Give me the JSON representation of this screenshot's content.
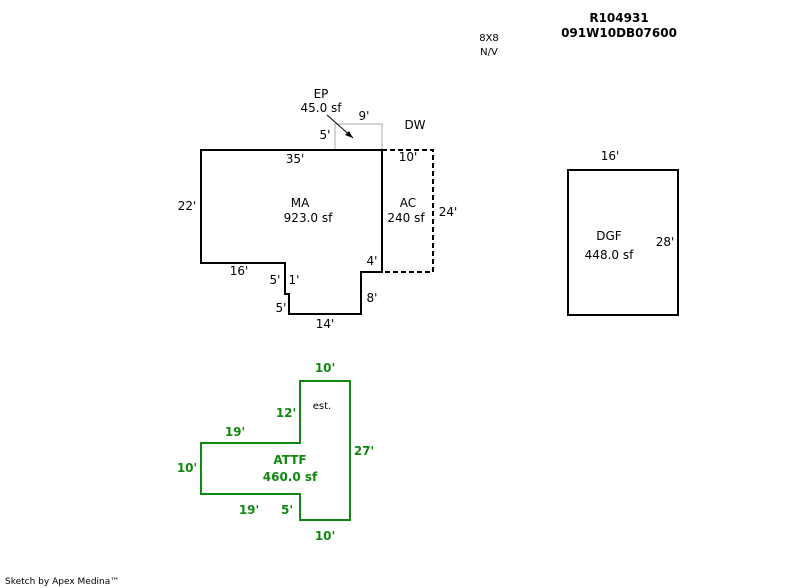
{
  "header": {
    "parcel_id": "R104931",
    "account_id": "091W10DB07600",
    "grid_code": "8X8",
    "nv_code": "N/V"
  },
  "footer": {
    "credit": "Sketch by Apex Medina™"
  },
  "colors": {
    "outline": "#000000",
    "attic": "#118811",
    "porch_guide": "#aaaaaa"
  },
  "main_building": {
    "ep": {
      "name": "EP",
      "area": "45.0 sf",
      "dim_top": "9'",
      "dim_side": "5'"
    },
    "dw": {
      "name": "DW"
    },
    "ma": {
      "name": "MA",
      "area": "923.0 sf",
      "dims": {
        "top": "35'",
        "left": "22'",
        "bottom_left": "16'",
        "notch_a": "5'",
        "notch_b": "1'",
        "notch_c": "5'",
        "bottom": "14'",
        "right_lower": "8'",
        "right_step": "4'"
      }
    },
    "ac": {
      "name": "AC",
      "area": "240 sf",
      "dims": {
        "top": "10'",
        "right": "24'"
      }
    }
  },
  "garage": {
    "name": "DGF",
    "area": "448.0 sf",
    "dims": {
      "top": "16'",
      "right": "28'"
    }
  },
  "attic": {
    "name": "ATTF",
    "area": "460.0 sf",
    "note": "est.",
    "dims": {
      "top": "10'",
      "left_upper": "12'",
      "wing_top": "19'",
      "left": "10'",
      "wing_bottom": "19'",
      "step": "5'",
      "bottom": "10'",
      "right": "27'"
    }
  }
}
